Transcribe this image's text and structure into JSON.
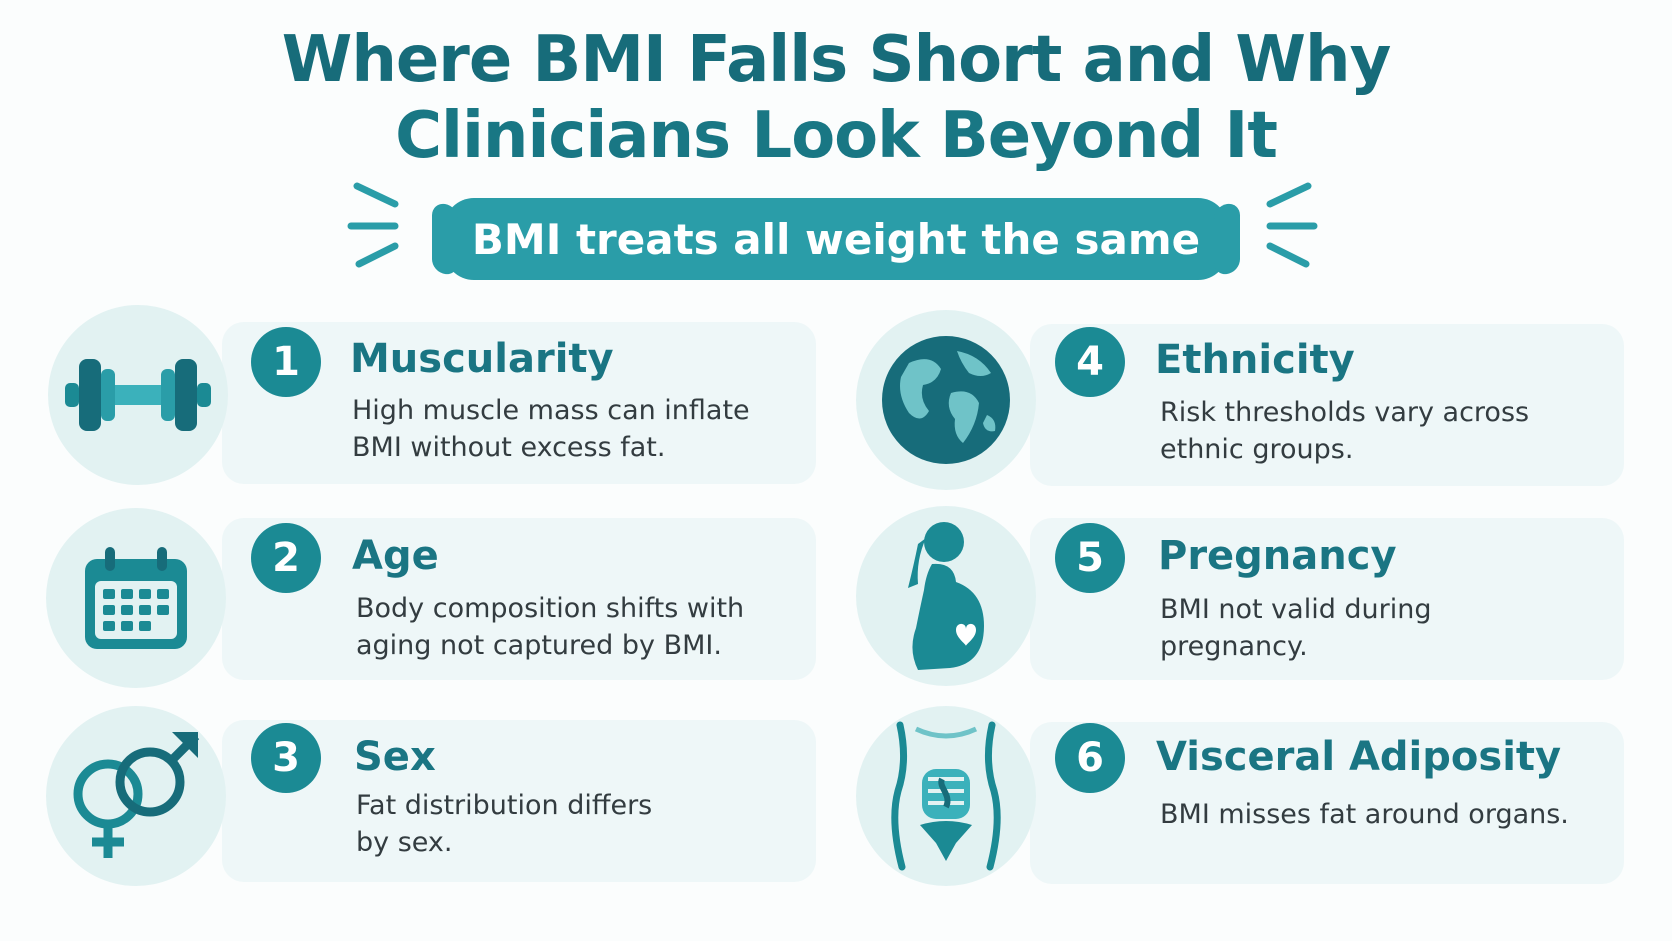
{
  "header": {
    "title_line1": "Where BMI Falls Short and Why",
    "title_line2": "Clinicians Look Beyond It",
    "banner": "BMI treats all weight the same"
  },
  "colors": {
    "primary": "#1b8a94",
    "title": "#176c7a",
    "banner": "#2a9da8",
    "card": "#eef7f8",
    "icon_bg": "#e2f2f2"
  },
  "items": [
    {
      "number": "1",
      "title": "Muscularity",
      "description": "High muscle mass can inflate BMI without excess fat.",
      "icon": "dumbbell-icon"
    },
    {
      "number": "2",
      "title": "Age",
      "description": "Body composition shifts with aging not captured by BMI.",
      "icon": "calendar-icon"
    },
    {
      "number": "3",
      "title": "Sex",
      "description": "Fat distribution differs by sex.",
      "icon": "gender-symbols-icon"
    },
    {
      "number": "4",
      "title": "Ethnicity",
      "description": "Risk thresholds vary across ethnic groups.",
      "icon": "globe-icon"
    },
    {
      "number": "5",
      "title": "Pregnancy",
      "description": "BMI not valid during pregnancy.",
      "icon": "pregnant-woman-icon"
    },
    {
      "number": "6",
      "title": "Visceral Adiposity",
      "description": "BMI misses fat around organs.",
      "icon": "abdomen-organs-icon"
    }
  ]
}
